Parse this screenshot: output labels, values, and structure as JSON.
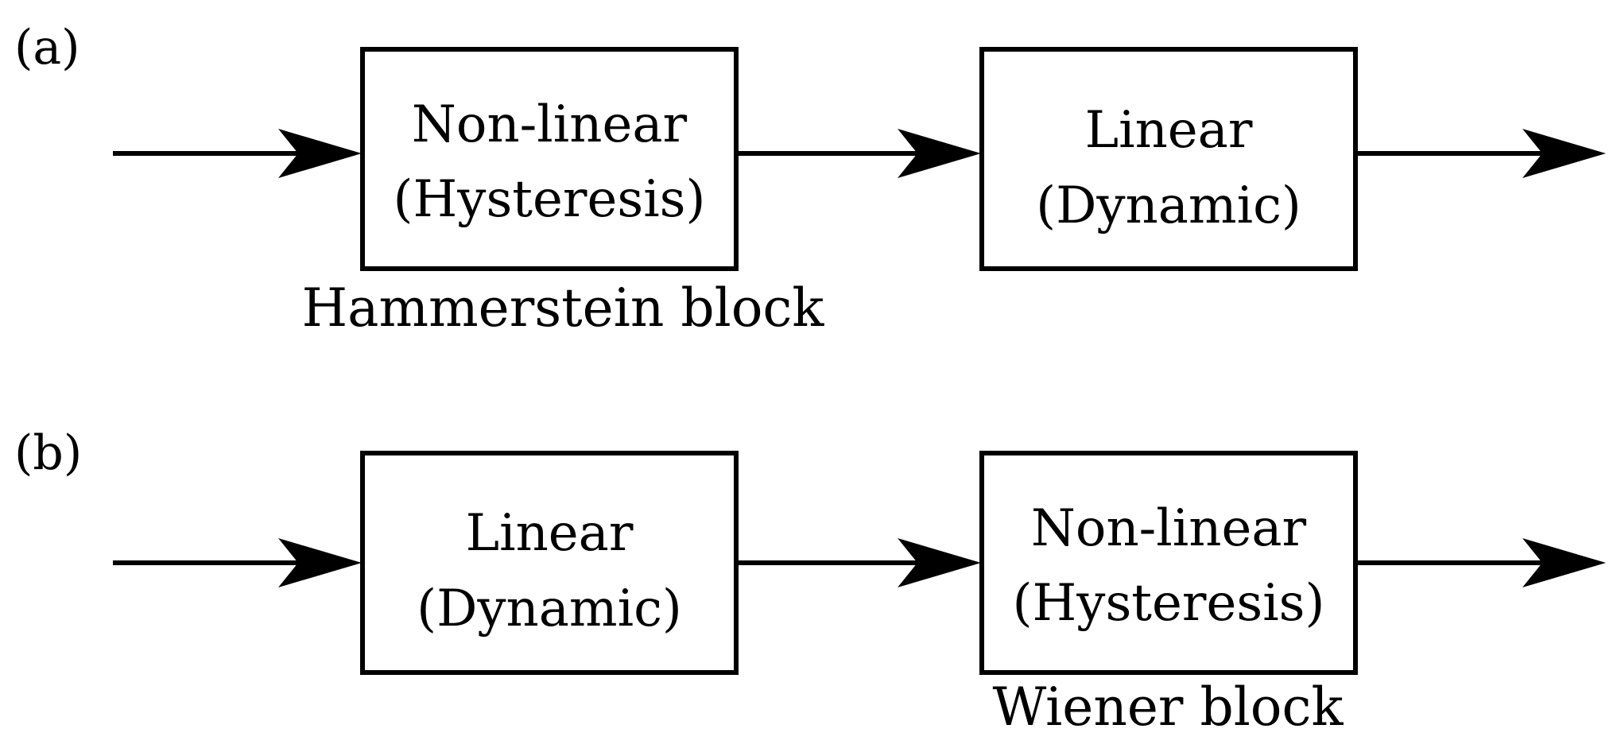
{
  "panels": [
    {
      "label": "(a)",
      "boxes": [
        {
          "line1": "Non-linear",
          "line2": "(Hysteresis)"
        },
        {
          "line1": "Linear",
          "line2": "(Dynamic)"
        }
      ],
      "caption": "Hammerstein block"
    },
    {
      "label": "(b)",
      "boxes": [
        {
          "line1": "Linear",
          "line2": "(Dynamic)"
        },
        {
          "line1": "Non-linear",
          "line2": "(Hysteresis)"
        }
      ],
      "caption": "Wiener block"
    }
  ]
}
